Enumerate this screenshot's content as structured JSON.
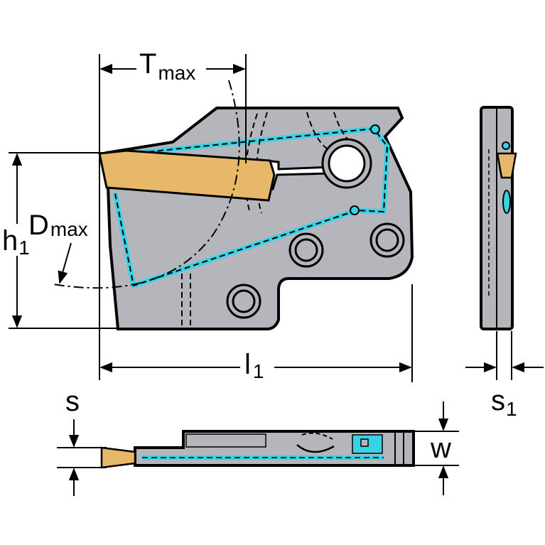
{
  "labels": {
    "tmax_main": "T",
    "tmax_sub": "max",
    "dmax_main": "D",
    "dmax_sub": "max",
    "h1_main": "h",
    "h1_sub": "1",
    "l1_main": "l",
    "l1_sub": "1",
    "s1_main": "s",
    "s1_sub": "1",
    "s": "s",
    "w": "w"
  },
  "colors": {
    "body": "#b4b6bc",
    "outline": "#000000",
    "coolant": "#37d2e6",
    "insert": "#e8b86a",
    "background": "#ffffff"
  }
}
